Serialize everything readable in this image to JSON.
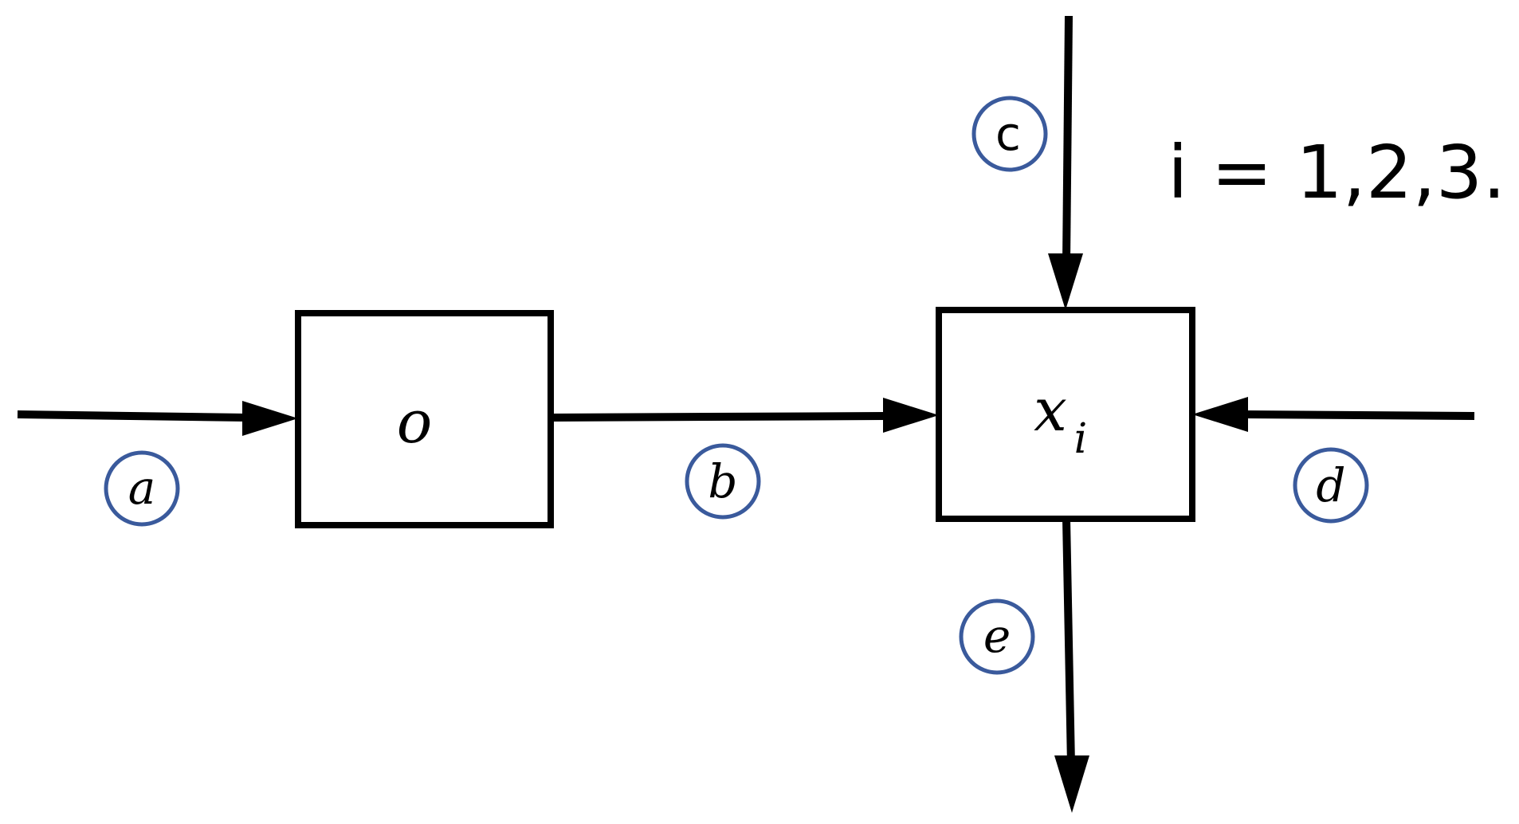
{
  "boxes": {
    "left": {
      "label": "o"
    },
    "right": {
      "label_main": "x",
      "label_sub": "i"
    }
  },
  "annotation": {
    "text": "i = 1,2,3."
  },
  "markers": {
    "a": "a",
    "b": "b",
    "c": "c",
    "d": "d",
    "e": "e"
  },
  "colors": {
    "stroke": "#000000",
    "marker_circle": "#3a5a9c",
    "background": "#ffffff"
  }
}
